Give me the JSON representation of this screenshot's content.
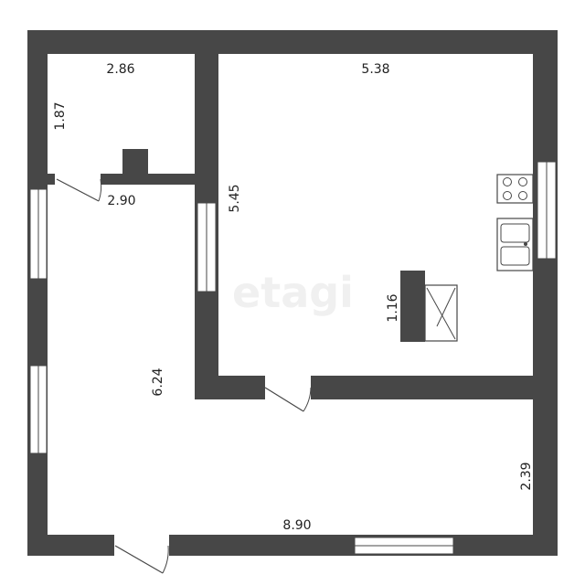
{
  "watermark": "etagi",
  "dimensions": {
    "storage_width": "2.86",
    "storage_depth": "1.87",
    "hall_width": "2.90",
    "main_room_width": "5.38",
    "main_room_depth": "5.45",
    "island_length": "1.16",
    "left_room_depth": "6.24",
    "lower_room_depth": "2.39",
    "total_width": "8.90"
  }
}
